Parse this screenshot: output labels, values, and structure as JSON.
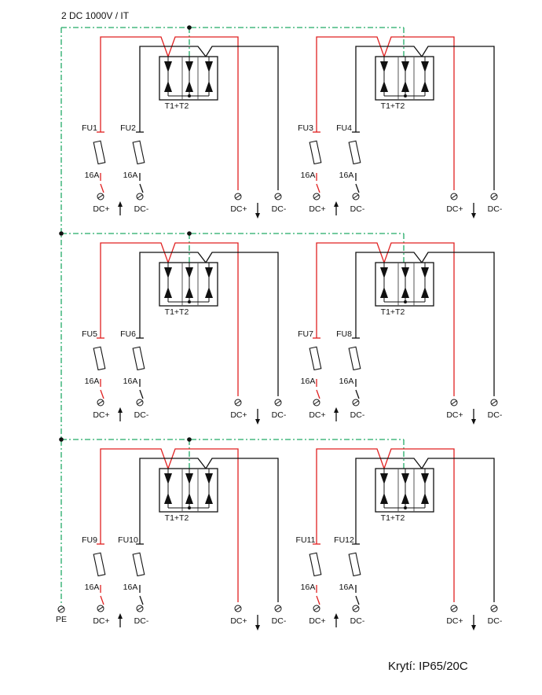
{
  "header": {
    "title": "2 DC 1000V / IT"
  },
  "footer": {
    "protection": "Krytí: IP65/20C"
  },
  "pe_label": "PE",
  "colors": {
    "positive": "#e02020",
    "negative": "#111111",
    "pe": "#22aa66"
  },
  "blocks": [
    {
      "fuse_pos": "FU1",
      "fuse_neg": "FU2",
      "rating_pos": "16A",
      "rating_neg": "16A",
      "spd": "T1+T2",
      "in_pos": "DC+",
      "in_neg": "DC-",
      "out_pos": "DC+",
      "out_neg": "DC-"
    },
    {
      "fuse_pos": "FU3",
      "fuse_neg": "FU4",
      "rating_pos": "16A",
      "rating_neg": "16A",
      "spd": "T1+T2",
      "in_pos": "DC+",
      "in_neg": "DC-",
      "out_pos": "DC+",
      "out_neg": "DC-"
    },
    {
      "fuse_pos": "FU5",
      "fuse_neg": "FU6",
      "rating_pos": "16A",
      "rating_neg": "16A",
      "spd": "T1+T2",
      "in_pos": "DC+",
      "in_neg": "DC-",
      "out_pos": "DC+",
      "out_neg": "DC-"
    },
    {
      "fuse_pos": "FU7",
      "fuse_neg": "FU8",
      "rating_pos": "16A",
      "rating_neg": "16A",
      "spd": "T1+T2",
      "in_pos": "DC+",
      "in_neg": "DC-",
      "out_pos": "DC+",
      "out_neg": "DC-"
    },
    {
      "fuse_pos": "FU9",
      "fuse_neg": "FU10",
      "rating_pos": "16A",
      "rating_neg": "16A",
      "spd": "T1+T2",
      "in_pos": "DC+",
      "in_neg": "DC-",
      "out_pos": "DC+",
      "out_neg": "DC-"
    },
    {
      "fuse_pos": "FU11",
      "fuse_neg": "FU12",
      "rating_pos": "16A",
      "rating_neg": "16A",
      "spd": "T1+T2",
      "in_pos": "DC+",
      "in_neg": "DC-",
      "out_pos": "DC+",
      "out_neg": "DC-"
    }
  ]
}
